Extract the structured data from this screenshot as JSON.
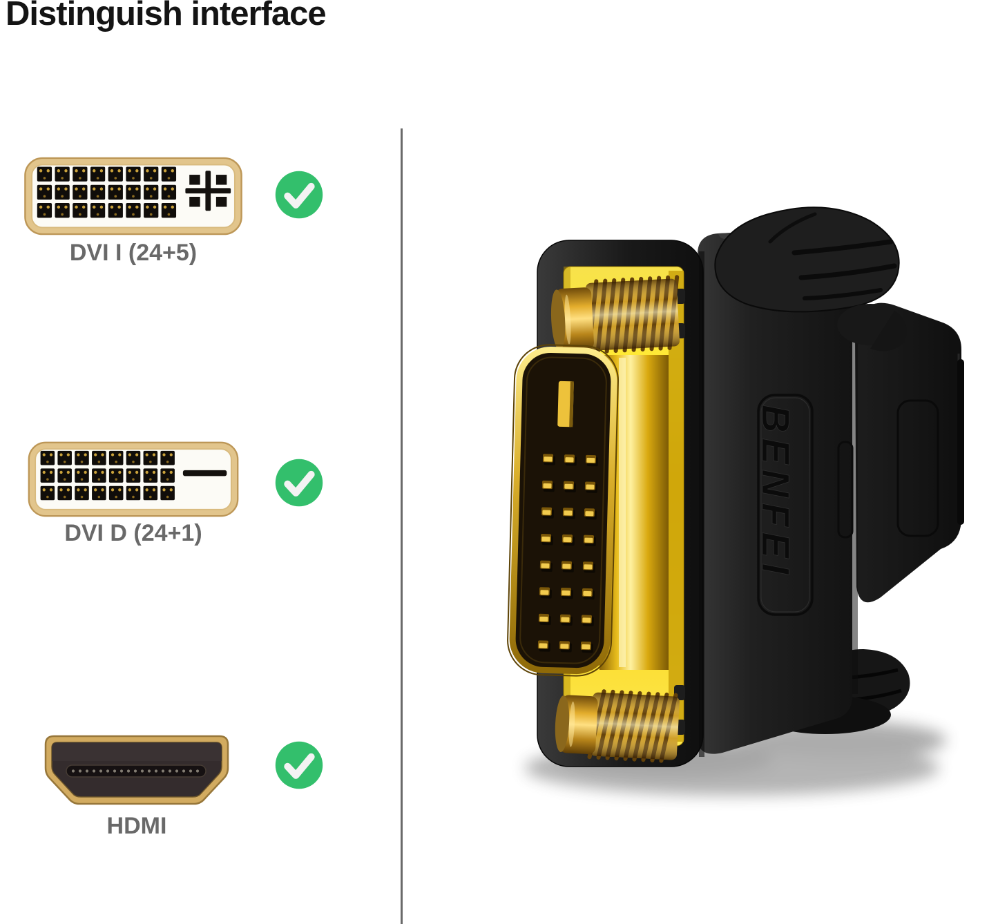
{
  "page": {
    "title": "Distinguish interface",
    "background": "#ffffff"
  },
  "divider": {
    "color": "#6a6a6a"
  },
  "rows": [
    {
      "label": "DVI I (24+5)",
      "connector": "dvi-i",
      "pins": {
        "rows": 3,
        "cols": 8
      },
      "status": "supported"
    },
    {
      "label": "DVI D (24+1)",
      "connector": "dvi-d",
      "pins": {
        "rows": 3,
        "cols": 8
      },
      "status": "supported"
    },
    {
      "label": "HDMI",
      "connector": "hdmi",
      "pin_dots": 19,
      "status": "supported"
    }
  ],
  "check": {
    "color": "#33bf6c",
    "mark_color": "#f3f3f3"
  },
  "adapter": {
    "brand": "BENFEI",
    "dvi_male_pins": {
      "rows": 8,
      "cols": 3
    },
    "colors": {
      "body": "#1b1b1b",
      "gold_plate": "#f6d41e",
      "connector_gold": "#d9ae2a"
    }
  }
}
